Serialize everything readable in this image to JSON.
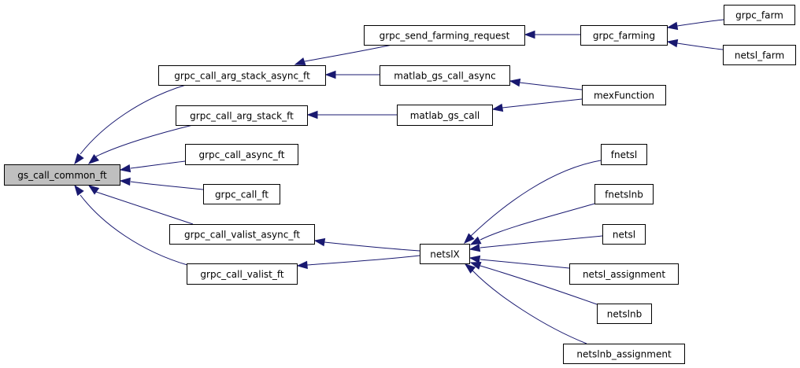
{
  "diagram": {
    "type": "caller-graph",
    "edge_color": "#191970",
    "focus_fill": "#bfbfbf",
    "node_fill": "#ffffff",
    "focus_node": "gs_call_common_ft",
    "nodes": [
      {
        "id": "gs_call_common_ft",
        "label": "gs_call_common_ft",
        "focus": true
      },
      {
        "id": "grpc_call_arg_stack_async_ft",
        "label": "grpc_call_arg_stack_async_ft"
      },
      {
        "id": "grpc_call_arg_stack_ft",
        "label": "grpc_call_arg_stack_ft"
      },
      {
        "id": "grpc_call_async_ft",
        "label": "grpc_call_async_ft"
      },
      {
        "id": "grpc_call_ft",
        "label": "grpc_call_ft"
      },
      {
        "id": "grpc_call_valist_async_ft",
        "label": "grpc_call_valist_async_ft"
      },
      {
        "id": "grpc_call_valist_ft",
        "label": "grpc_call_valist_ft"
      },
      {
        "id": "grpc_send_farming_request",
        "label": "grpc_send_farming_request"
      },
      {
        "id": "matlab_gs_call_async",
        "label": "matlab_gs_call_async"
      },
      {
        "id": "matlab_gs_call",
        "label": "matlab_gs_call"
      },
      {
        "id": "grpc_farming",
        "label": "grpc_farming"
      },
      {
        "id": "grpc_farm",
        "label": "grpc_farm"
      },
      {
        "id": "netsl_farm",
        "label": "netsl_farm"
      },
      {
        "id": "mexFunction",
        "label": "mexFunction"
      },
      {
        "id": "netslX",
        "label": "netslX"
      },
      {
        "id": "fnetsl",
        "label": "fnetsl"
      },
      {
        "id": "fnetslnb",
        "label": "fnetslnb"
      },
      {
        "id": "netsl",
        "label": "netsl"
      },
      {
        "id": "netsl_assignment",
        "label": "netsl_assignment"
      },
      {
        "id": "netslnb",
        "label": "netslnb"
      },
      {
        "id": "netslnb_assignment",
        "label": "netslnb_assignment"
      }
    ],
    "edges": [
      {
        "from": "grpc_call_arg_stack_async_ft",
        "to": "gs_call_common_ft"
      },
      {
        "from": "grpc_call_arg_stack_ft",
        "to": "gs_call_common_ft"
      },
      {
        "from": "grpc_call_async_ft",
        "to": "gs_call_common_ft"
      },
      {
        "from": "grpc_call_ft",
        "to": "gs_call_common_ft"
      },
      {
        "from": "grpc_call_valist_async_ft",
        "to": "gs_call_common_ft"
      },
      {
        "from": "grpc_call_valist_ft",
        "to": "gs_call_common_ft"
      },
      {
        "from": "grpc_send_farming_request",
        "to": "grpc_call_arg_stack_async_ft"
      },
      {
        "from": "matlab_gs_call_async",
        "to": "grpc_call_arg_stack_async_ft"
      },
      {
        "from": "matlab_gs_call",
        "to": "grpc_call_arg_stack_ft"
      },
      {
        "from": "grpc_farming",
        "to": "grpc_send_farming_request"
      },
      {
        "from": "grpc_farm",
        "to": "grpc_farming"
      },
      {
        "from": "netsl_farm",
        "to": "grpc_farming"
      },
      {
        "from": "mexFunction",
        "to": "matlab_gs_call_async"
      },
      {
        "from": "mexFunction",
        "to": "matlab_gs_call"
      },
      {
        "from": "netslX",
        "to": "grpc_call_valist_async_ft"
      },
      {
        "from": "netslX",
        "to": "grpc_call_valist_ft"
      },
      {
        "from": "fnetsl",
        "to": "netslX"
      },
      {
        "from": "fnetslnb",
        "to": "netslX"
      },
      {
        "from": "netsl",
        "to": "netslX"
      },
      {
        "from": "netsl_assignment",
        "to": "netslX"
      },
      {
        "from": "netslnb",
        "to": "netslX"
      },
      {
        "from": "netslnb_assignment",
        "to": "netslX"
      }
    ]
  }
}
